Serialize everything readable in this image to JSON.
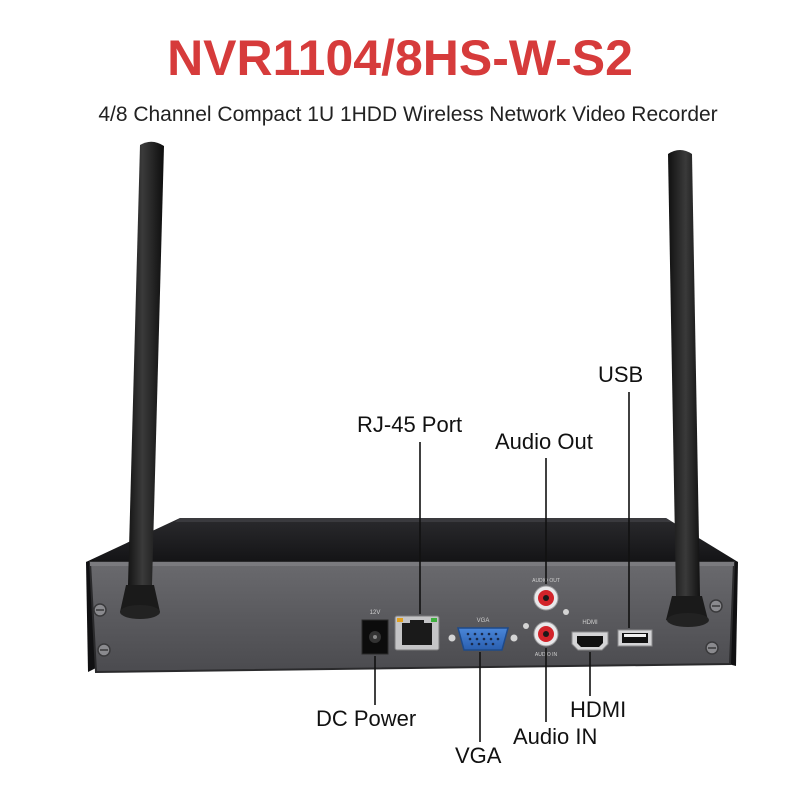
{
  "header": {
    "title": "NVR1104/8HS-W-S2",
    "subtitle": "4/8 Channel Compact 1U 1HDD Wireless Network Video Recorder"
  },
  "ports": {
    "usb": "USB",
    "rj45": "RJ-45 Port",
    "audio_out": "Audio Out",
    "dc_power": "DC Power",
    "hdmi": "HDMI",
    "vga": "VGA",
    "audio_in": "Audio IN"
  },
  "panel_marks": {
    "dc": "12V",
    "vga": "VGA",
    "hdmi": "HDMI",
    "audio_out": "AUDIO OUT",
    "audio_in": "AUDIO IN"
  },
  "colors": {
    "title": "#d63b3b",
    "device_body": "#1c1c1e",
    "rear_panel": "#58585c",
    "vga_port": "#2f6fc9",
    "rca_red": "#d2232a"
  }
}
